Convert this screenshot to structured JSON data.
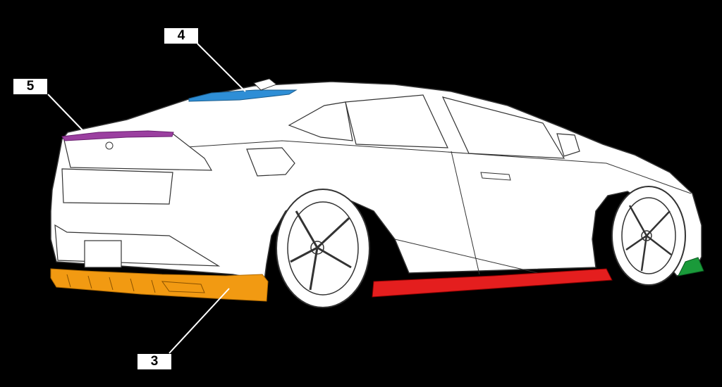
{
  "callouts": [
    {
      "id": "label-3",
      "text": "3",
      "part": "rear-diffuser",
      "color": "#F29A12"
    },
    {
      "id": "label-4",
      "text": "4",
      "part": "roof-spoiler",
      "color": "#2E8ED6"
    },
    {
      "id": "label-5",
      "text": "5",
      "part": "trunk-spoiler",
      "color": "#9B3FA0"
    }
  ],
  "part_colors": {
    "side_skirt": "#E41E1E",
    "front_flap": "#1A9A3A",
    "outline": "#333333",
    "body_fill": "#FFFFFF"
  }
}
